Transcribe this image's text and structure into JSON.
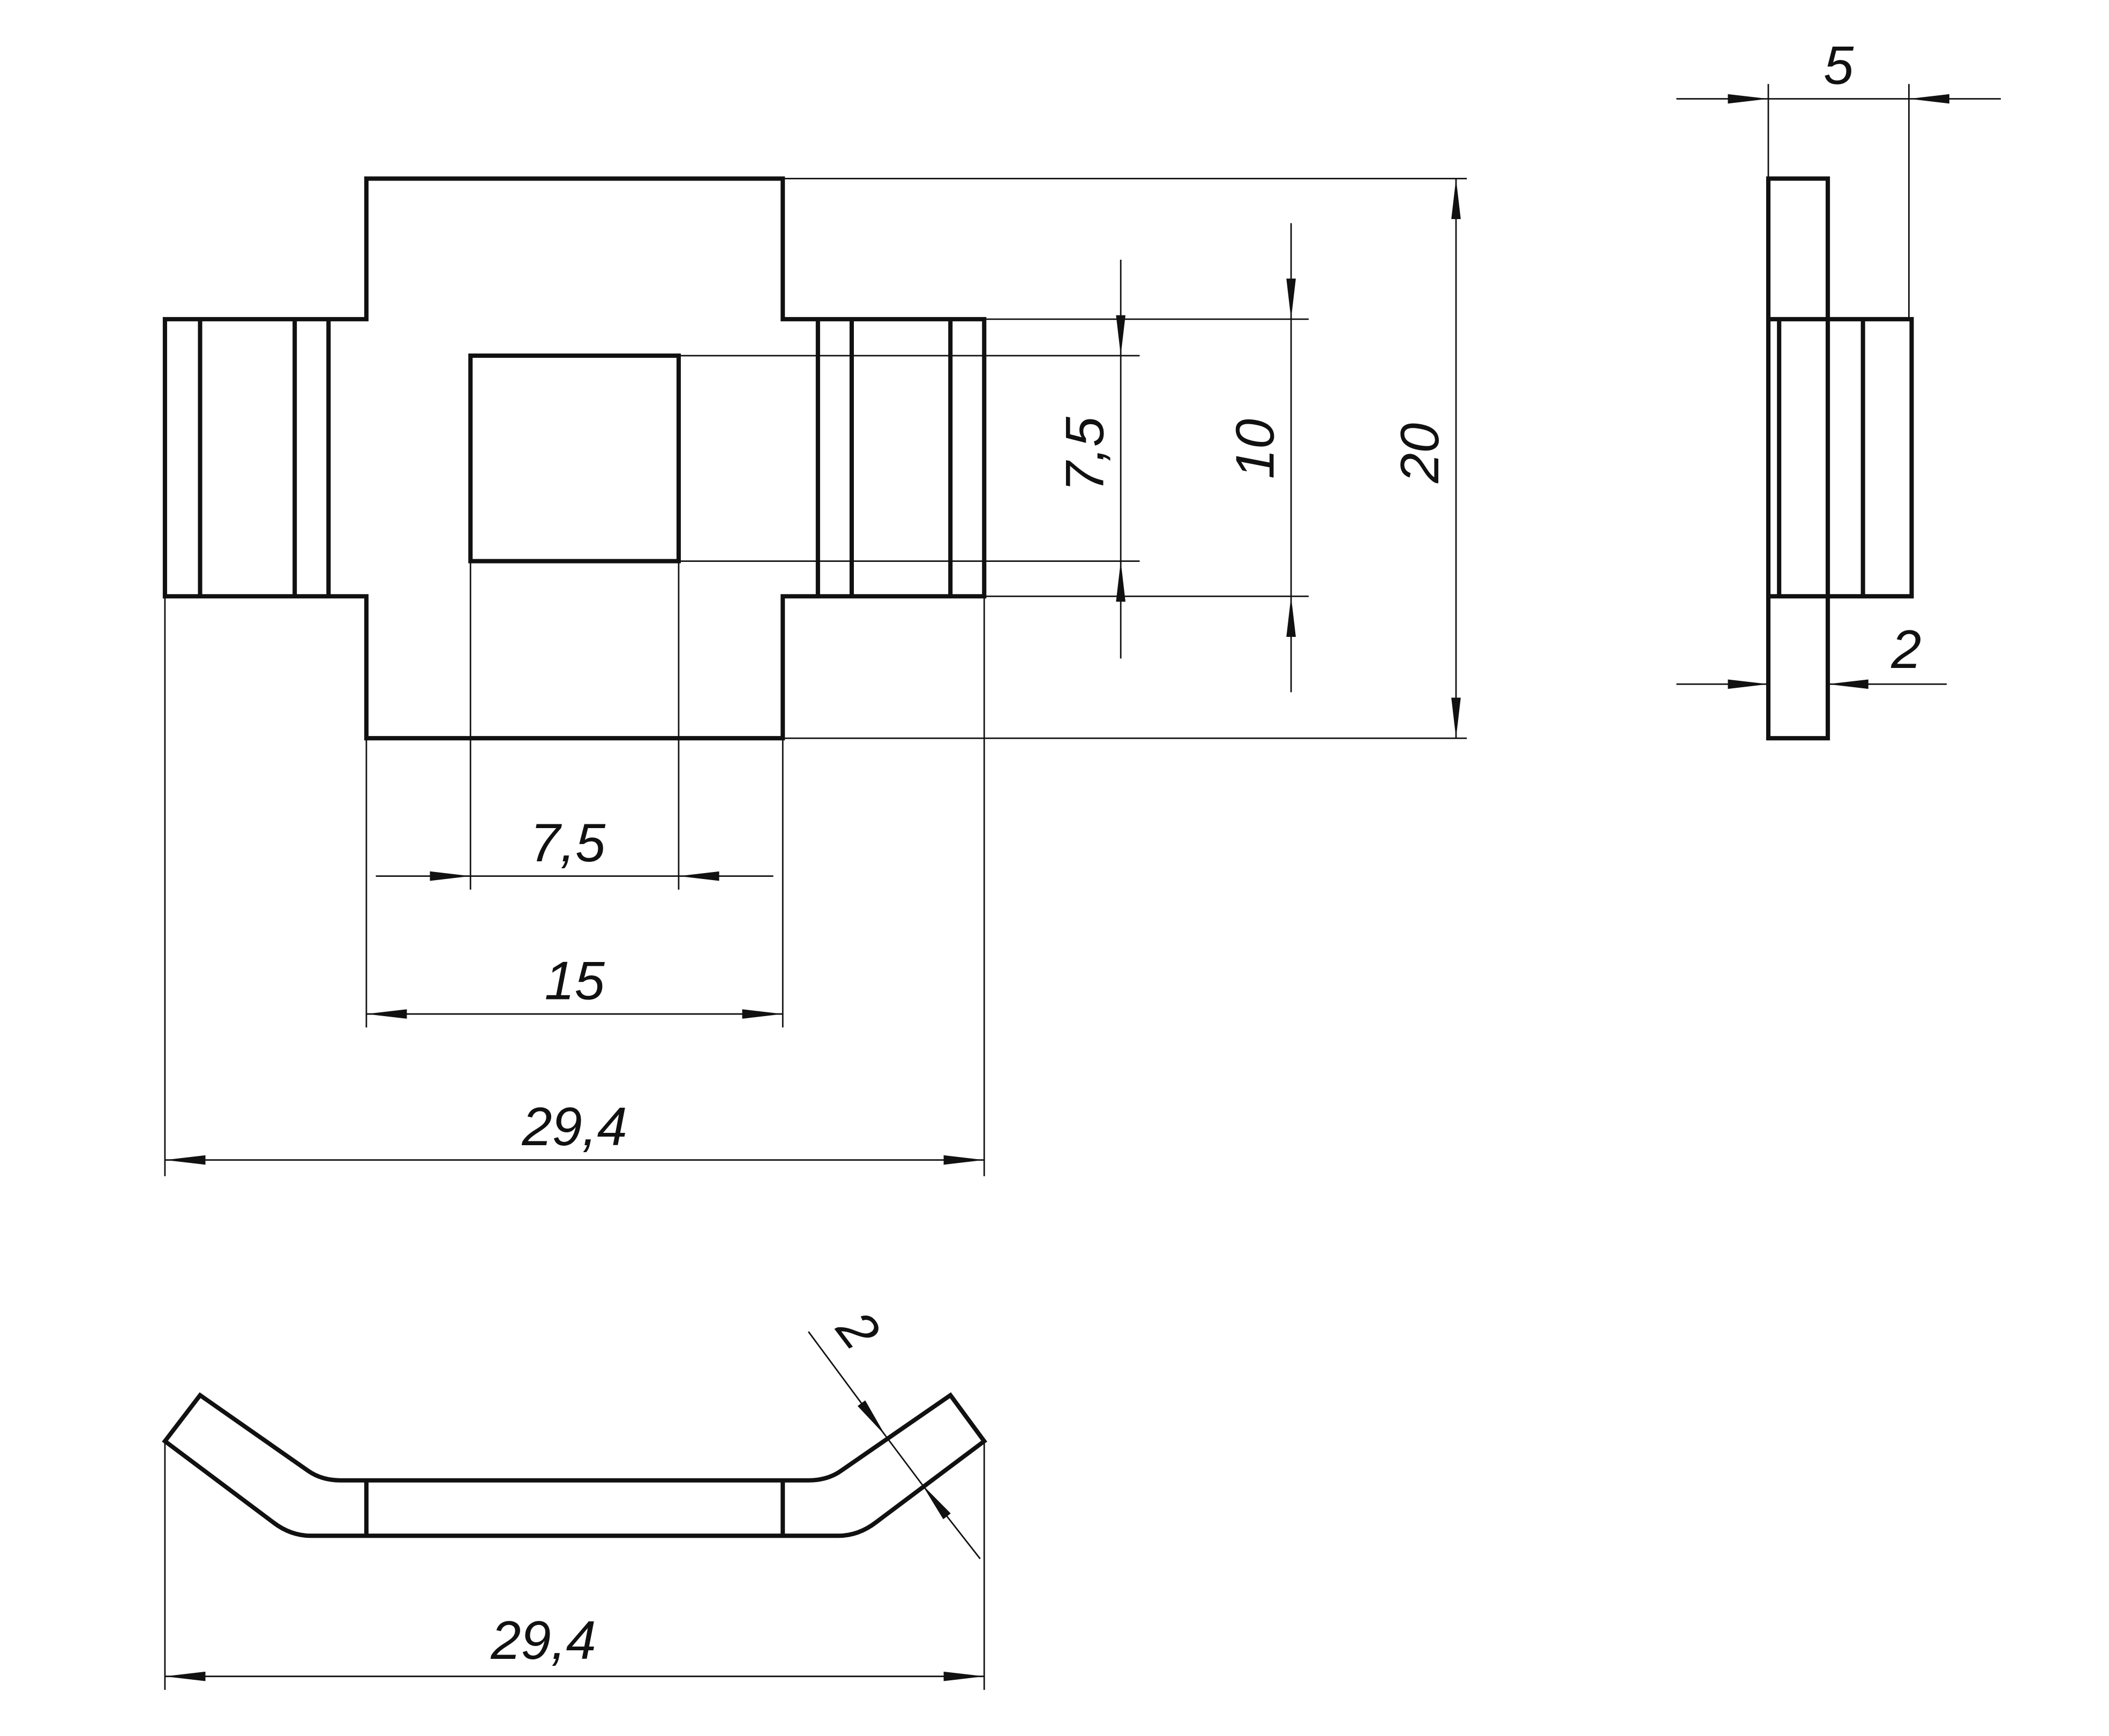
{
  "views": {
    "front": {
      "dimensions": {
        "hole_height": "7,5",
        "wing_height": "10",
        "total_height": "20",
        "hole_width": "7,5",
        "center_width": "15",
        "total_width": "29,4"
      }
    },
    "side": {
      "dimensions": {
        "total_thickness": "5",
        "plate_thickness": "2"
      }
    },
    "bottom": {
      "dimensions": {
        "total_width": "29,4",
        "plate_thickness": "2"
      }
    }
  },
  "colors": {
    "line": "#111111",
    "background": "#ffffff"
  }
}
